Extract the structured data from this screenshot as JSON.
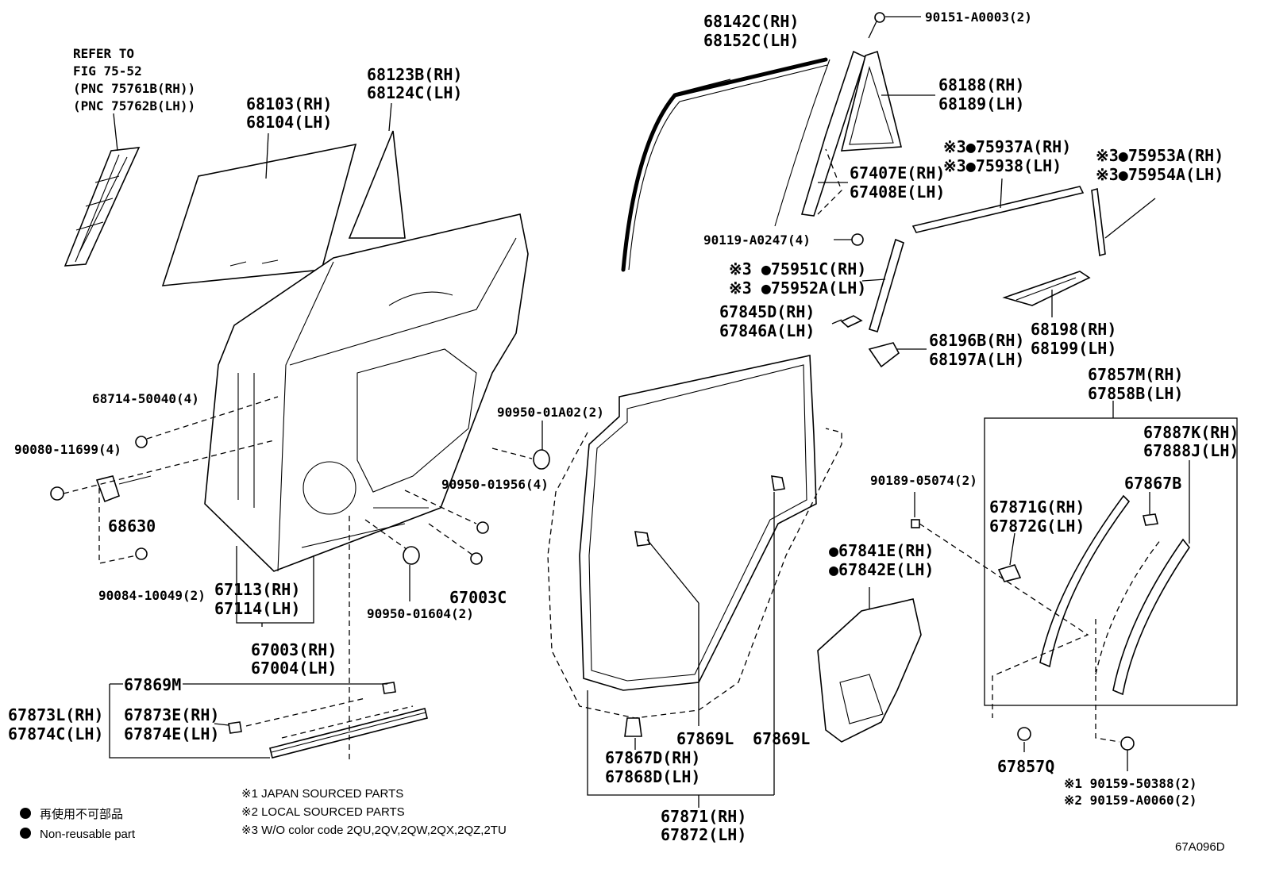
{
  "diagram_code": "67A096D",
  "refer_note": [
    "REFER TO",
    "FIG 75-52",
    "(PNC 75761B(RH))",
    "(PNC 75762B(LH))"
  ],
  "labels": {
    "p68103": [
      "68103(RH)",
      "68104(LH)"
    ],
    "p68123": [
      "68123B(RH)",
      "68124C(LH)"
    ],
    "p68142": [
      "68142C(RH)",
      "68152C(LH)"
    ],
    "p90151": "90151-A0003(2)",
    "p68188": [
      "68188(RH)",
      "68189(LH)"
    ],
    "p75937": [
      "※3●75937A(RH)",
      "※3●75938(LH)"
    ],
    "p75953": [
      "※3●75953A(RH)",
      "※3●75954A(LH)"
    ],
    "p67407": [
      "67407E(RH)",
      "67408E(LH)"
    ],
    "p90119": "90119-A0247(4)",
    "p75951": [
      "※3 ●75951C(RH)",
      "※3 ●75952A(LH)"
    ],
    "p67845": [
      "67845D(RH)",
      "67846A(LH)"
    ],
    "p68196": [
      "68196B(RH)",
      "68197A(LH)"
    ],
    "p68198": [
      "68198(RH)",
      "68199(LH)"
    ],
    "p67857": [
      "67857M(RH)",
      "67858B(LH)"
    ],
    "p67887": [
      "67887K(RH)",
      "67888J(LH)"
    ],
    "p67867B": "67867B",
    "p68714": "68714-50040(4)",
    "p90080": "90080-11699(4)",
    "p68630": "68630",
    "p90084": "90084-10049(2)",
    "p90950a": "90950-01A02(2)",
    "p90950b": "90950-01956(4)",
    "p90950c": "90950-01604(2)",
    "p67003C": "67003C",
    "p67113": [
      "67113(RH)",
      "67114(LH)"
    ],
    "p67003": [
      "67003(RH)",
      "67004(LH)"
    ],
    "p90189": "90189-05074(2)",
    "p67871G": [
      "67871G(RH)",
      "67872G(LH)"
    ],
    "p67841": [
      "●67841E(RH)",
      "●67842E(LH)"
    ],
    "p67869M": "67869M",
    "p67873L": [
      "67873L(RH)",
      "67874C(LH)"
    ],
    "p67873E": [
      "67873E(RH)",
      "67874E(LH)"
    ],
    "p67869L_a": "67869L",
    "p67869L_b": "67869L",
    "p67867D": [
      "67867D(RH)",
      "67868D(LH)"
    ],
    "p67871": [
      "67871(RH)",
      "67872(LH)"
    ],
    "p67857Q": "67857Q",
    "p90159": [
      "※1 90159-50388(2)",
      "※2 90159-A0060(2)"
    ]
  },
  "notes": {
    "n1": "※1  JAPAN SOURCED PARTS",
    "n2": "※2  LOCAL SOURCED PARTS",
    "n3": "※3  W/O color code 2QU,2QV,2QW,2QX,2QZ,2TU"
  },
  "legend": {
    "ja": "再使用不可部品",
    "en": "Non-reusable part"
  }
}
